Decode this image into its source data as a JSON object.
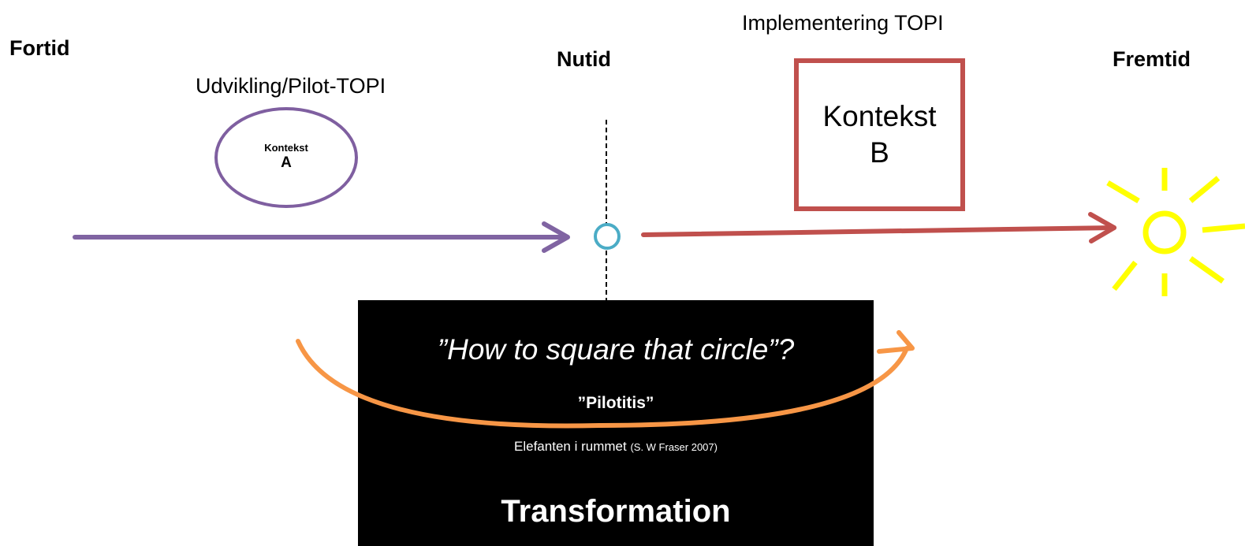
{
  "labels": {
    "fortid": "Fortid",
    "nutid": "Nutid",
    "fremtid": "Fremtid",
    "udvikling": "Udvikling/Pilot-TOPI",
    "implementering": "Implementering TOPI"
  },
  "context_a": {
    "line1": "Kontekst",
    "line2": "A",
    "color": "#7f5fa0"
  },
  "context_b": {
    "line1": "Kontekst",
    "line2": "B",
    "color": "#c0504d"
  },
  "black_box": {
    "question": "”How to square that circle”?",
    "pilotitis": "”Pilotitis”",
    "elefant": "Elefanten i rummet",
    "citation": "(S. W Fraser 2007)",
    "transformation": "Transformation"
  },
  "colors": {
    "past_arrow": "#8064a2",
    "future_arrow": "#c0504d",
    "now_circle": "#4bacc6",
    "transform_arrow": "#f79646",
    "sun": "#ffff00",
    "divider": "#000000"
  },
  "icons": {
    "sun": "sun-icon",
    "now": "present-circle-icon"
  }
}
